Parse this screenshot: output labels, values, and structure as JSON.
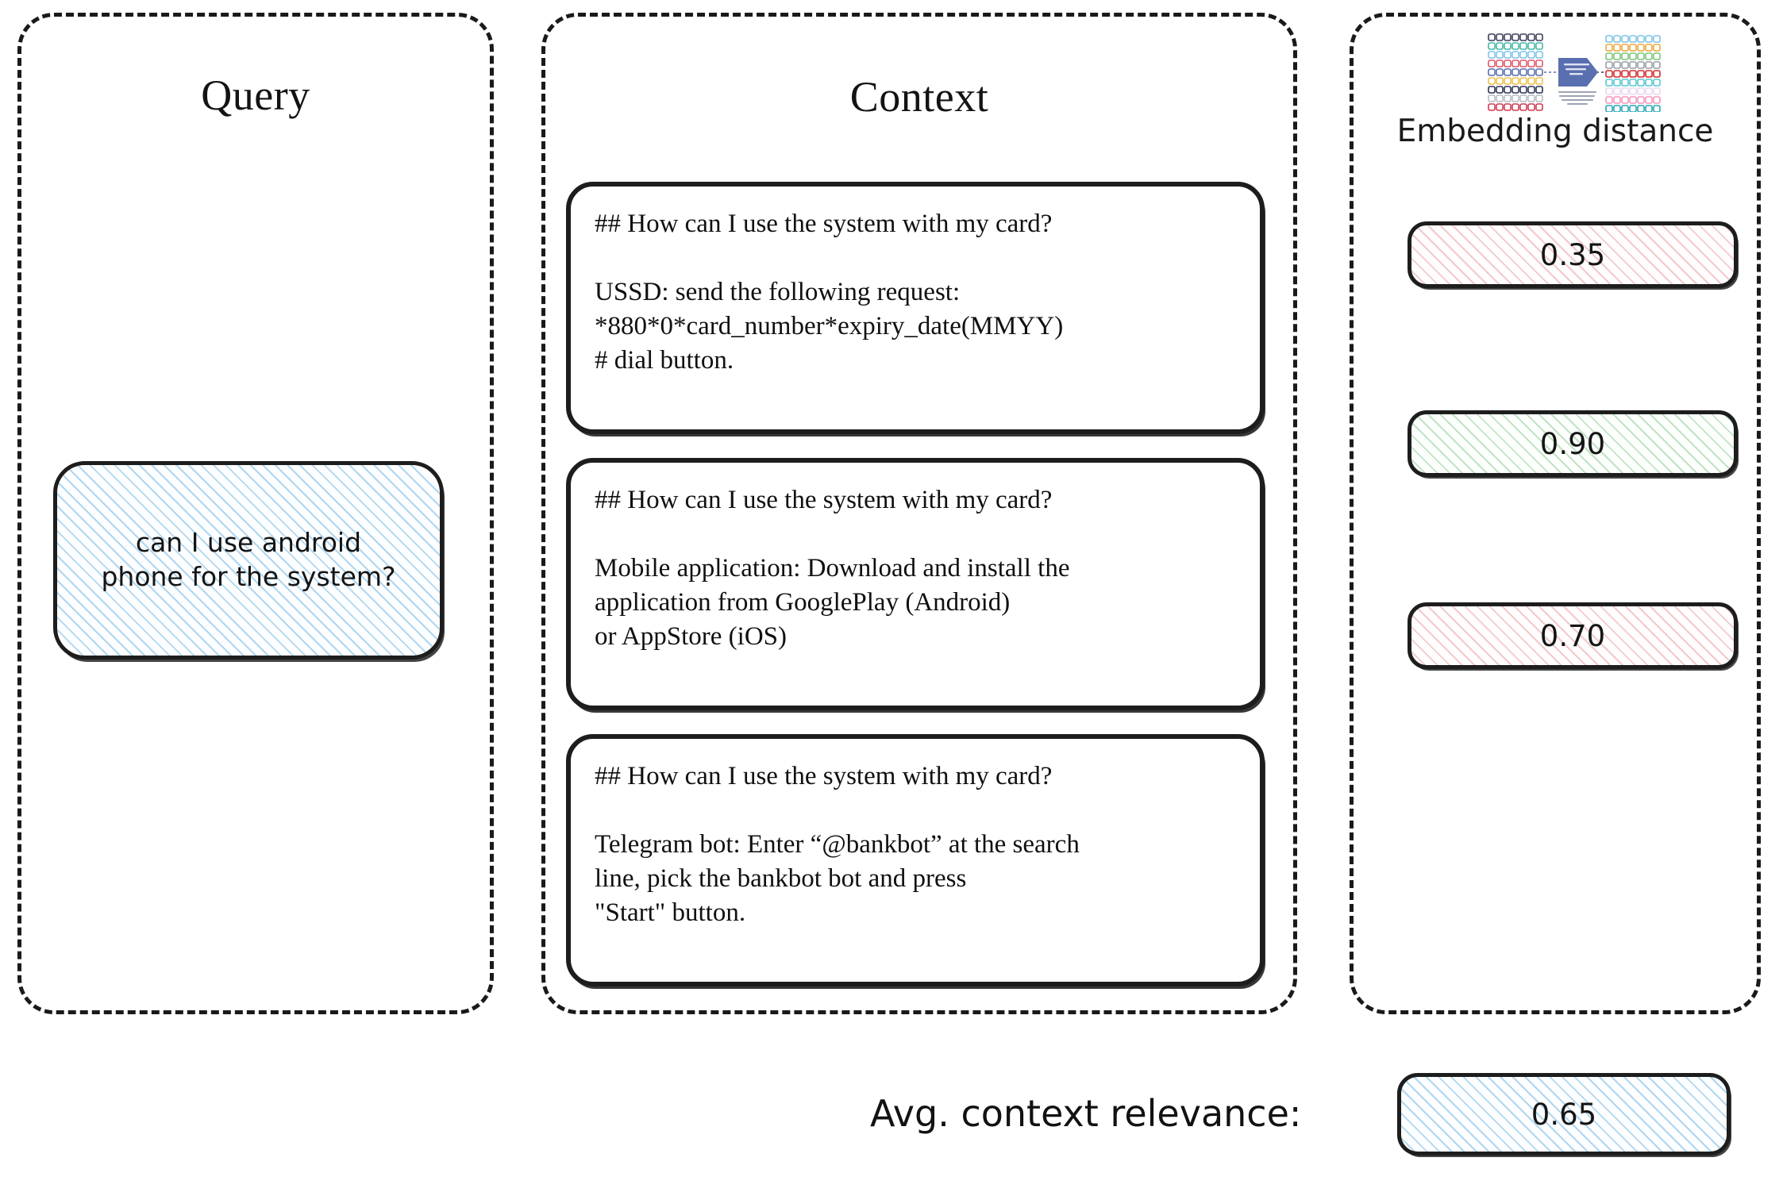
{
  "panels": {
    "query": {
      "title": "Query",
      "bubble_text": "can I use android\nphone for the system?"
    },
    "context": {
      "title": "Context",
      "cards": [
        {
          "text": "## How can I use the system with my card?\n\nUSSD: send the following request:\n*880*0*card_number*expiry_date(MMYY)\n# dial button."
        },
        {
          "text": "## How can I use the system with my card?\n\nMobile application: Download and install the\napplication from GooglePlay (Android)\nor AppStore (iOS)"
        },
        {
          "text": "## How can I use the system with my card?\n\nTelegram bot: Enter “@bankbot” at the search\nline, pick the bankbot bot and press\n\"Start\" button."
        }
      ]
    },
    "scores": {
      "icon_name": "embedding-vectors-icon",
      "caption": "Embedding distance",
      "values": [
        {
          "value": "0.35",
          "tone": "pink"
        },
        {
          "value": "0.90",
          "tone": "green"
        },
        {
          "value": "0.70",
          "tone": "pink"
        }
      ]
    }
  },
  "summary": {
    "label": "Avg. context relevance:",
    "value": "0.65",
    "tone": "blue"
  },
  "colors": {
    "stroke": "#1d1d1d",
    "hatch_blue": "#96c8eb",
    "hatch_pink": "#e8a0a5",
    "hatch_green": "#8ccd96",
    "icon_blue": "#5a6fb0"
  }
}
